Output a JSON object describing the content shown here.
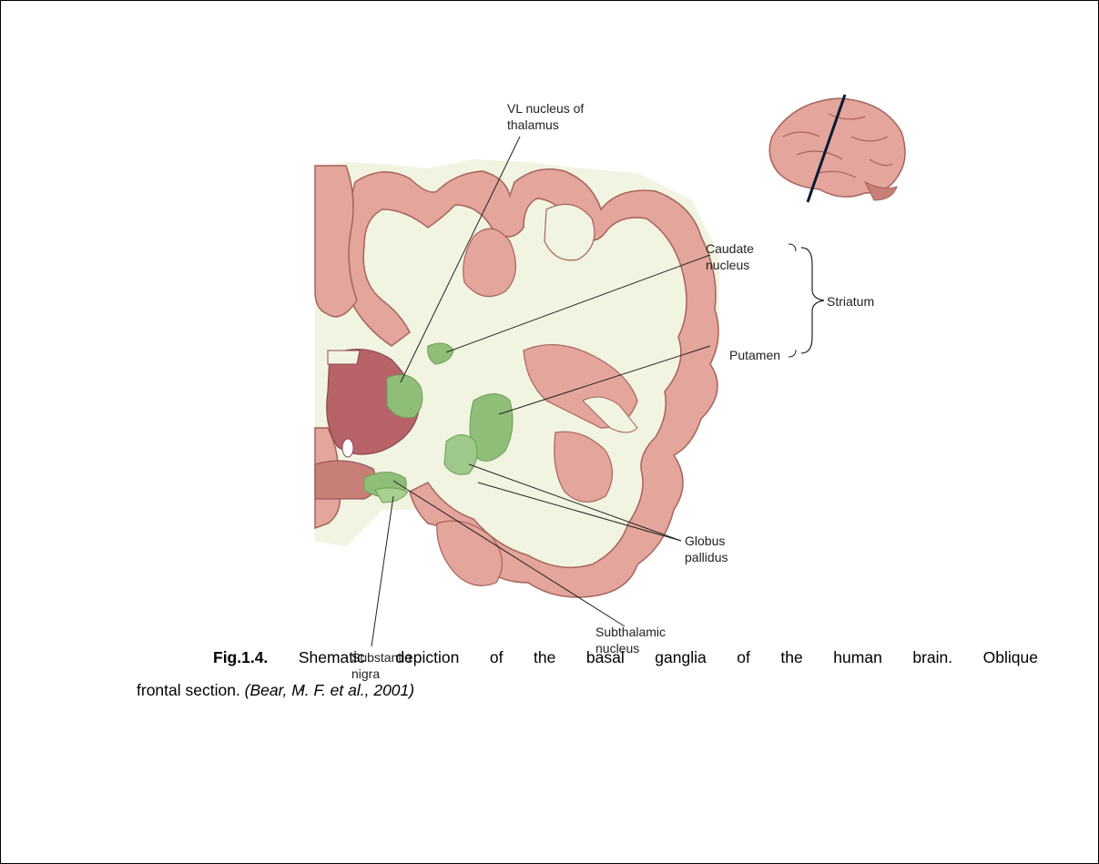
{
  "labels": {
    "vl_line1": "VL  nucleus of",
    "vl_line2": "thalamus",
    "caudate_line1": "Caudate",
    "caudate_line2": "nucleus",
    "striatum": "Striatum",
    "putamen": "Putamen",
    "globus_line1": "Globus",
    "globus_line2": "pallidus",
    "subthalamic_line1": "Subthalamic",
    "subthalamic_line2": "nucleus",
    "substantia_line1": "Substantia",
    "substantia_line2": "nigra"
  },
  "caption": {
    "label": "Fig.1.4.",
    "text": " Shematic depiction of the basal ganglia of the human brain. Oblique",
    "text_line2": "frontal section. ",
    "citation": "(Bear, M. F. et al., 2001)"
  },
  "colors": {
    "gray_matter": "#e3a59c",
    "gray_matter_dark": "#c77f77",
    "white_matter": "#f2f4e2",
    "basal_nuclei": "#8fbe78",
    "thalamus": "#b8636a",
    "outline": "#a8625b"
  }
}
